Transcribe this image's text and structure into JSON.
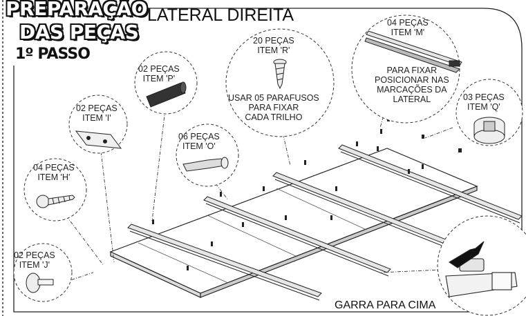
{
  "header": {
    "title_line1": "PREPARAÇÃO",
    "title_line2": "DAS PEÇAS",
    "step": "1º PASSO",
    "section": "LATERAL DIREITA"
  },
  "callouts": {
    "item_j": {
      "qty": "02 PEÇAS",
      "item": "ITEM 'J'"
    },
    "item_h": {
      "qty": "04 PEÇAS",
      "item": "ITEM 'H'"
    },
    "item_i": {
      "qty": "02 PEÇAS",
      "item": "ITEM 'I'"
    },
    "item_p": {
      "qty": "02 PEÇAS",
      "item": "ITEM 'P'"
    },
    "item_o": {
      "qty": "06 PEÇAS",
      "item": "ITEM 'O'"
    },
    "item_r": {
      "qty": "20 PEÇAS",
      "item": "ITEM 'R'",
      "note_1": "USAR 05 PARAFUSOS",
      "note_2": "PARA FIXAR",
      "note_3": "CADA TRILHO"
    },
    "item_m": {
      "qty": "04 PEÇAS",
      "item": "ITEM 'M'",
      "note_1": "PARA FIXAR",
      "note_2": "POSICIONAR NAS",
      "note_3": "MARCAÇÕES DA",
      "note_4": "LATERAL"
    },
    "item_q": {
      "qty": "03 PEÇAS",
      "item": "ITEM 'Q'"
    }
  },
  "footer_note": "GARRA PARA CIMA",
  "colors": {
    "ink": "#1a1a1a",
    "fill_dark": "#2a2a2a",
    "bg": "#ffffff"
  }
}
